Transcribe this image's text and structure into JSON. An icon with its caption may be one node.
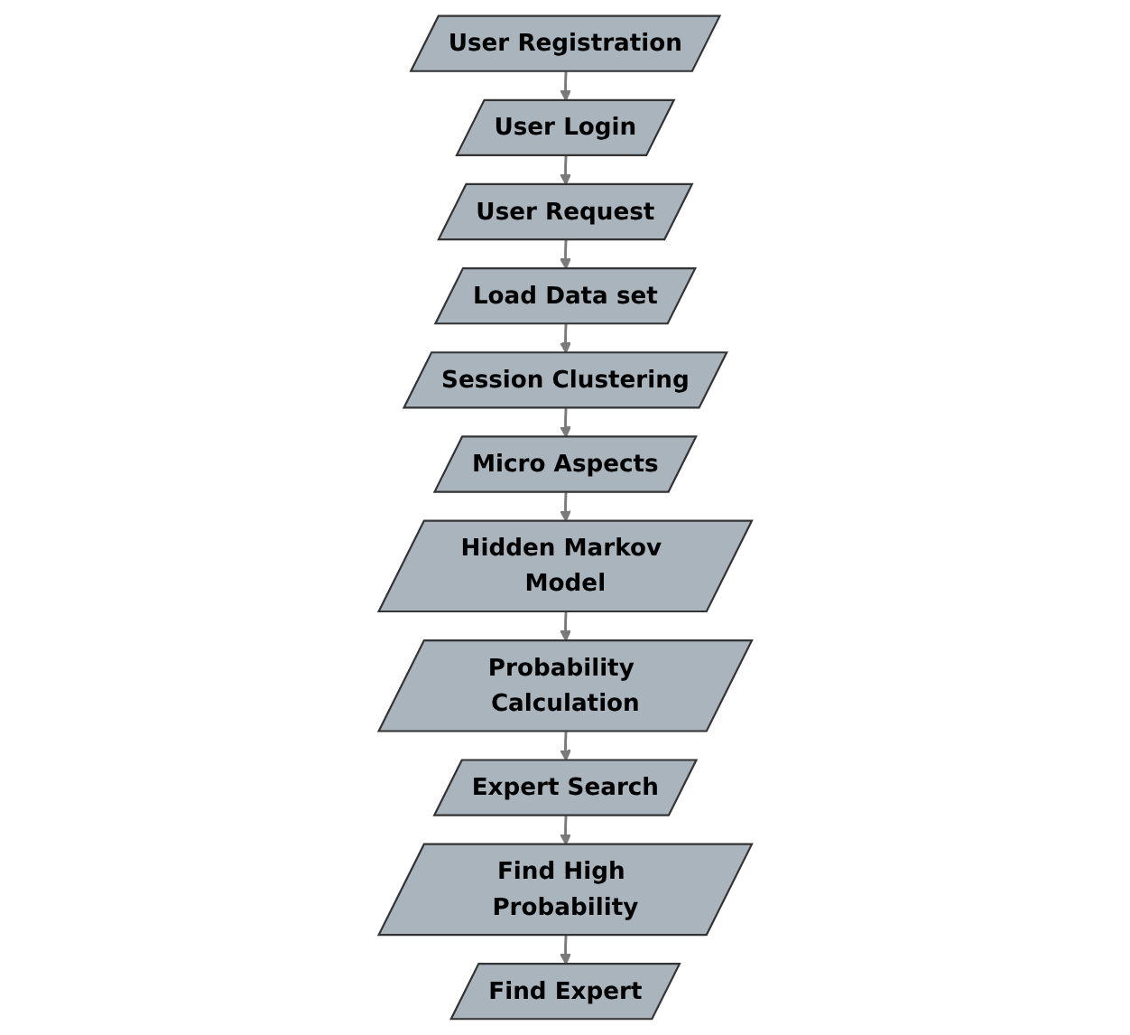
{
  "diagram": {
    "nodes": [
      {
        "text": [
          "User Registration"
        ]
      },
      {
        "text": [
          "User Login"
        ]
      },
      {
        "text": [
          "User Request"
        ]
      },
      {
        "text": [
          "Load Data set"
        ]
      },
      {
        "text": [
          "Session Clustering"
        ]
      },
      {
        "text": [
          "Micro Aspects"
        ]
      },
      {
        "text": [
          "Hidden Markov Model"
        ]
      },
      {
        "text": [
          "Probability Calculation"
        ]
      },
      {
        "text": [
          "Expert Search"
        ]
      },
      {
        "text": [
          "Find High Probability"
        ]
      },
      {
        "text": [
          "Find Expert"
        ]
      }
    ],
    "edges": [
      {
        "from": 0,
        "to": 1,
        "arrow": "to"
      },
      {
        "from": 1,
        "to": 2,
        "arrow": "to"
      },
      {
        "from": 2,
        "to": 3,
        "arrow": "to"
      },
      {
        "from": 3,
        "to": 4,
        "arrow": "to"
      },
      {
        "from": 4,
        "to": 5,
        "arrow": "to"
      },
      {
        "from": 5,
        "to": 6,
        "arrow": "to"
      },
      {
        "from": 6,
        "to": 7,
        "arrow": "to"
      },
      {
        "from": 7,
        "to": 8,
        "arrow": "to"
      },
      {
        "from": 8,
        "to": 9,
        "arrow": "to"
      },
      {
        "from": 9,
        "to": 10,
        "arrow": "to"
      }
    ]
  }
}
